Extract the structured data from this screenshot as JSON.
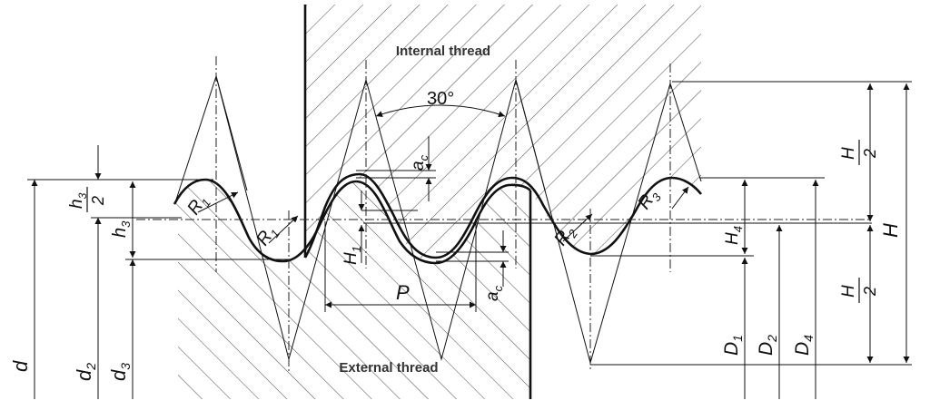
{
  "regions": {
    "internal": "Internal thread",
    "external": "External thread"
  },
  "angle": "30°",
  "dimensions": {
    "d": "d",
    "d2": "d",
    "d2_sub": "2",
    "d3": "d",
    "d3_sub": "3",
    "h3": "h",
    "h3_sub": "3",
    "h3_half_num": "h",
    "h3_half_num_sub": "3",
    "h3_half_den": "2",
    "H1": "H",
    "H1_sub": "1",
    "H4": "H",
    "H4_sub": "4",
    "H": "H",
    "H_half_top_num": "H",
    "H_half_top_den": "2",
    "H_half_bot_num": "H",
    "H_half_bot_den": "2",
    "P": "P",
    "ac_top": "a",
    "ac_top_sub": "c",
    "ac_bot": "a",
    "ac_bot_sub": "c",
    "D1": "D",
    "D1_sub": "1",
    "D2": "D",
    "D2_sub": "2",
    "D4": "D",
    "D4_sub": "4"
  },
  "radii": {
    "R1_a": "R",
    "R1_a_sub": "1",
    "R1_b": "R",
    "R1_b_sub": "1",
    "R2": "R",
    "R2_sub": "2",
    "R3": "R",
    "R3_sub": "3"
  }
}
